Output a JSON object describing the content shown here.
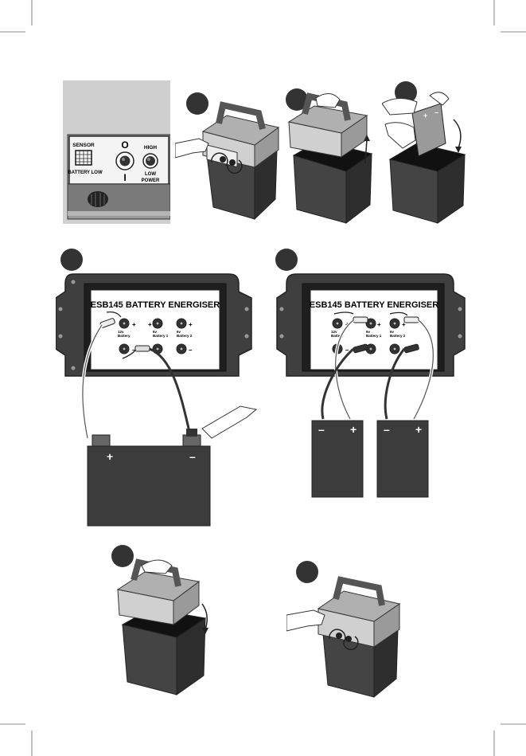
{
  "control_panel": {
    "sensor": "SENSOR",
    "battery_low": "BATTERY LOW",
    "off": "O",
    "on": "I",
    "high": "HIGH",
    "low": "LOW",
    "power": "POWER"
  },
  "panel_left": {
    "title": "ESB145 BATTERY ENERGISER",
    "plus": "+",
    "minus": "–",
    "t12_a": "12v",
    "t12_b": "Battery",
    "t6a_a": "6v",
    "t6a_b": "Battery 1",
    "t6b_a": "6v",
    "t6b_b": "Battery 2",
    "batt_plus": "+",
    "batt_minus": "–"
  },
  "panel_right": {
    "title": "ESB145 BATTERY ENERGISER",
    "plus": "+",
    "minus": "–",
    "t12_a": "12v",
    "t12_b": "Battery",
    "t6a_a": "6v",
    "t6a_b": "Battery 1",
    "t6b_a": "6v",
    "t6b_b": "Battery 2",
    "b1_minus": "–",
    "b1_plus": "+",
    "b2_minus": "–",
    "b2_plus": "+"
  }
}
